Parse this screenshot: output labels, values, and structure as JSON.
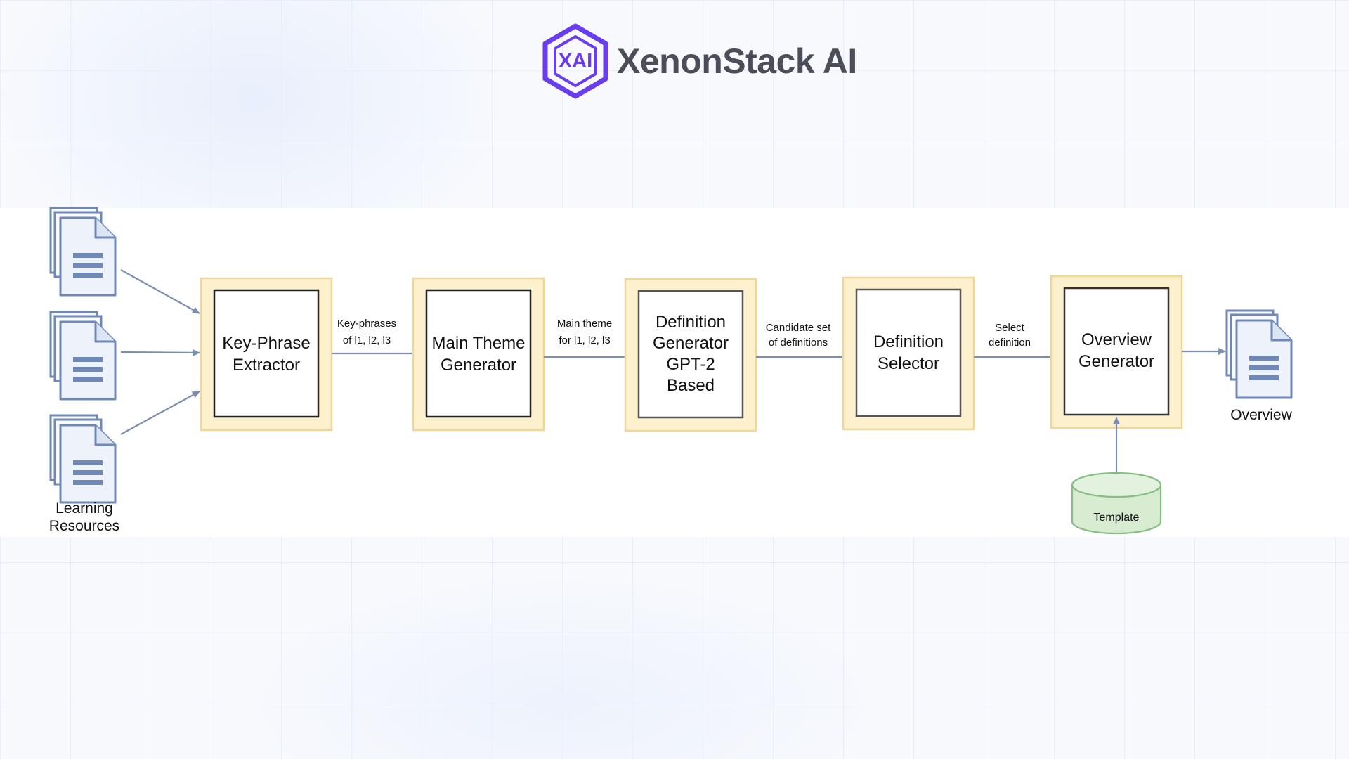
{
  "brand": {
    "logo_text": "XAI",
    "name": "XenonStack AI",
    "logo_color": "#6a3cf0"
  },
  "diagram": {
    "inputs": {
      "label_lines": [
        "Learning",
        "Resources"
      ],
      "icon": "document-stack-icon"
    },
    "output": {
      "label": "Overview",
      "icon": "document-stack-icon"
    },
    "stages": [
      {
        "id": "key-phrase-extractor",
        "lines": [
          "Key-Phrase",
          "Extractor"
        ]
      },
      {
        "id": "main-theme-generator",
        "lines": [
          "Main Theme",
          "Generator"
        ]
      },
      {
        "id": "definition-generator",
        "lines": [
          "Definition",
          "Generator",
          "GPT-2",
          "Based"
        ]
      },
      {
        "id": "definition-selector",
        "lines": [
          "Definition",
          "Selector"
        ]
      },
      {
        "id": "overview-generator",
        "lines": [
          "Overview",
          "Generator"
        ]
      }
    ],
    "edges": [
      {
        "id": "key-phrases",
        "lines": [
          "Key-phrases",
          "of l1, l2, l3"
        ]
      },
      {
        "id": "main-theme",
        "lines": [
          "Main theme",
          "for l1, l2, l3"
        ]
      },
      {
        "id": "candidate-set",
        "lines": [
          "Candidate set",
          "of definitions"
        ]
      },
      {
        "id": "select-definition",
        "lines": [
          "Select",
          "definition"
        ]
      }
    ],
    "template": {
      "label": "Template",
      "icon": "database-cylinder-icon"
    },
    "colors": {
      "stage_fill": "#fdf0cc",
      "stage_border": "#efd79b",
      "arrow": "#7b8db0",
      "doc_stroke": "#6f88b6",
      "doc_fill": "#eef3fb",
      "db_fill": "#d7ecd1",
      "db_stroke": "#86bd82"
    }
  }
}
